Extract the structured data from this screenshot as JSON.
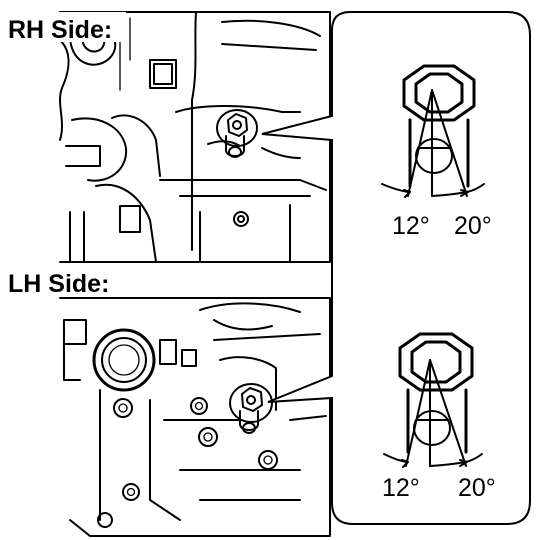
{
  "headings": {
    "rh": "RH Side:",
    "lh": "LH Side:"
  },
  "detail_top": {
    "angle_left": "12°",
    "angle_right": "20°"
  },
  "detail_bottom": {
    "angle_left": "12°",
    "angle_right": "20°"
  }
}
